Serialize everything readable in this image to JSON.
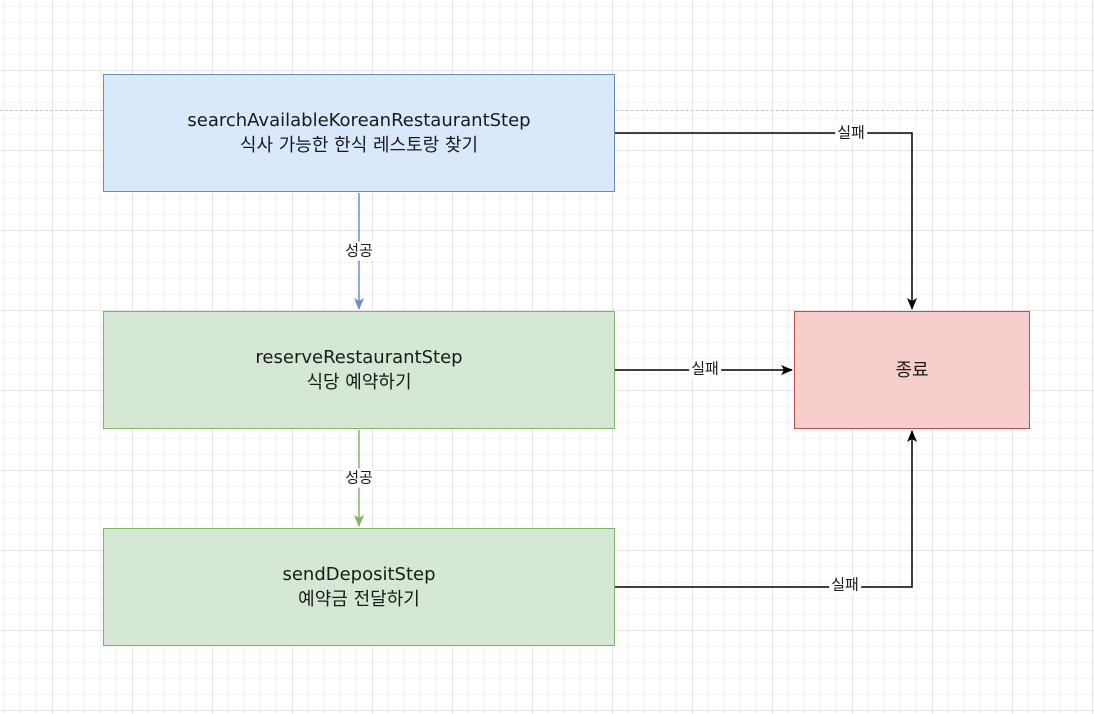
{
  "nodes": {
    "search": {
      "name": "searchAvailableKoreanRestaurantStep",
      "desc": "식사 가능한 한식 레스토랑 찾기"
    },
    "reserve": {
      "name": "reserveRestaurantStep",
      "desc": "식당 예약하기"
    },
    "send": {
      "name": "sendDepositStep",
      "desc": "예약금 전달하기"
    },
    "end": {
      "name": "종료"
    }
  },
  "edges": {
    "search_to_reserve": {
      "label": "성공",
      "color": "#6c8ebf"
    },
    "reserve_to_send": {
      "label": "성공",
      "color": "#82b366"
    },
    "search_to_end": {
      "label": "실패",
      "color": "#000000"
    },
    "reserve_to_end": {
      "label": "실패",
      "color": "#000000"
    },
    "send_to_end": {
      "label": "실패",
      "color": "#000000"
    }
  },
  "colors": {
    "blue_fill": "#dae8fc",
    "blue_stroke": "#6c8ebf",
    "green_fill": "#d5e8d4",
    "green_stroke": "#82b366",
    "red_fill": "#f8cecc",
    "red_stroke": "#b85450"
  }
}
